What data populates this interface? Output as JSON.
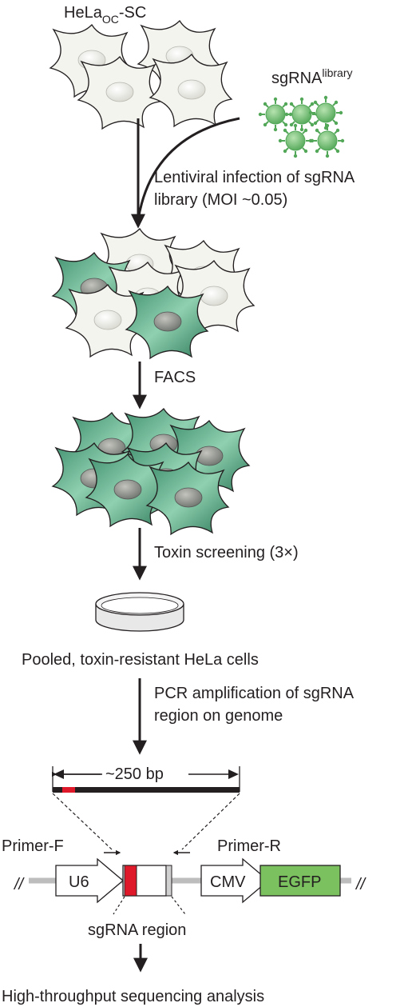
{
  "figure": {
    "cell_line_main": "HeLa",
    "cell_line_sub": "OC",
    "cell_line_suffix": "-SC",
    "library_main": "sgRNA",
    "library_sup": "library",
    "step_infection_line1": "Lentiviral infection of sgRNA",
    "step_infection_line2": "library (MOI ~0.05)",
    "step_facs": "FACS",
    "step_toxin": "Toxin screening (3×)",
    "pooled_cells": "Pooled, toxin-resistant HeLa cells",
    "step_pcr_line1": "PCR amplification of sgRNA",
    "step_pcr_line2": "region on genome",
    "amplicon_size": "~250 bp",
    "primer_forward": "Primer-F",
    "primer_reverse": "Primer-R",
    "promoter_u6": "U6",
    "promoter_cmv": "CMV",
    "reporter_egfp": "EGFP",
    "sgrna_region": "sgRNA region",
    "final_step": "High-throughput sequencing analysis",
    "break_mark_left": "//",
    "break_mark_right": "//"
  },
  "colors": {
    "cell_uninfected": "#f4f4ef",
    "cell_infected": "#4aa57f",
    "nucleus_gray": "#9a9a94",
    "virus_green": "#7bc27e",
    "egfp_green": "#7cc160",
    "sgrna_red": "#e0192a",
    "arrow_dark": "#231f20"
  }
}
